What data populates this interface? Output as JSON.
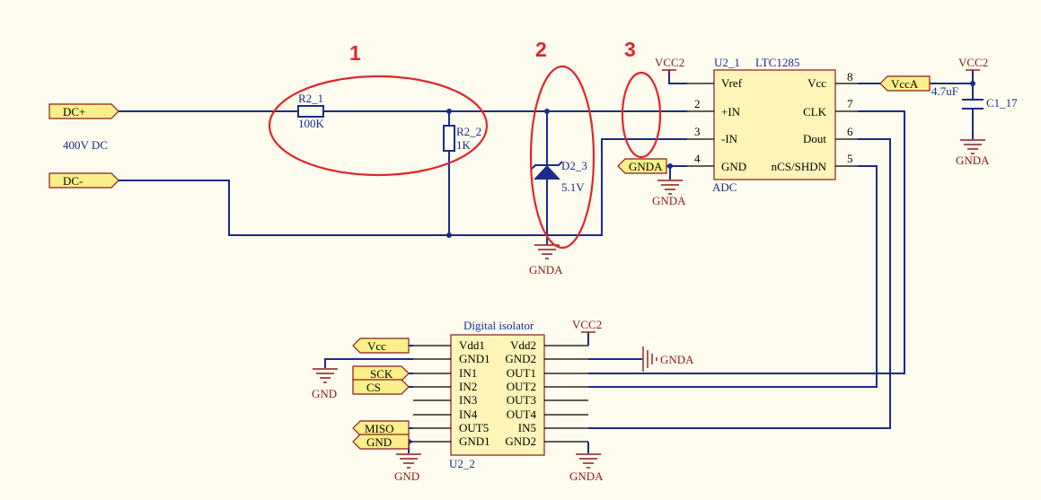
{
  "annotations": [
    "1",
    "2",
    "3"
  ],
  "ports": {
    "dc_plus": "DC+",
    "dc_minus": "DC-",
    "vcca": "VccA",
    "gnda_adc": "GNDA",
    "vcc_iso": "Vcc",
    "sck": "SCK",
    "cs": "CS",
    "miso": "MISO",
    "gnd_iso": "GND"
  },
  "input_label": "400V DC",
  "r2_1": {
    "designator": "R2_1",
    "value": "100K"
  },
  "r2_2": {
    "designator": "R2_2",
    "value": "1K"
  },
  "d2_3": {
    "designator": "D2_3",
    "value": "5.1V"
  },
  "c1_17": {
    "designator": "C1_17",
    "value": "4.7uF"
  },
  "power": {
    "vcc2_adc": "VCC2",
    "vcc2_cap": "VCC2",
    "vcc2_iso": "VCC2",
    "gnda_zener": "GNDA",
    "gnda_adc": "GNDA",
    "gnda_cap": "GNDA",
    "gnda_iso_side": "GNDA",
    "gnda_iso_bottom": "GNDA",
    "gnd_iso_left": "GND",
    "gnd_iso_bottom": "GND"
  },
  "adc": {
    "designator": "U2_1",
    "part": "LTC1285",
    "caption": "ADC",
    "pins_left": [
      {
        "name": "Vref",
        "num": ""
      },
      {
        "name": "+IN",
        "num": "2"
      },
      {
        "name": "-IN",
        "num": "3"
      },
      {
        "name": "GND",
        "num": "4"
      }
    ],
    "pins_right": [
      {
        "name": "Vcc",
        "num": "8"
      },
      {
        "name": "CLK",
        "num": "7"
      },
      {
        "name": "Dout",
        "num": "6"
      },
      {
        "name": "nCS/SHDN",
        "num": "5"
      }
    ]
  },
  "isolator": {
    "title": "Digital isolator",
    "designator": "U2_2",
    "pins_left": [
      "Vdd1",
      "GND1",
      "IN1",
      "IN2",
      "IN3",
      "IN4",
      "OUT5",
      "GND1"
    ],
    "pins_right": [
      "Vdd2",
      "GND2",
      "OUT1",
      "OUT2",
      "OUT3",
      "OUT4",
      "IN5",
      "GND2"
    ]
  },
  "colors": {
    "wire": "#1c2a8c",
    "component_outline": "#8b1a1a",
    "component_fill": "#fff5b8",
    "port_fill": "#fbf08a",
    "annotation": "#e0262b",
    "background": "#fdfcee"
  }
}
